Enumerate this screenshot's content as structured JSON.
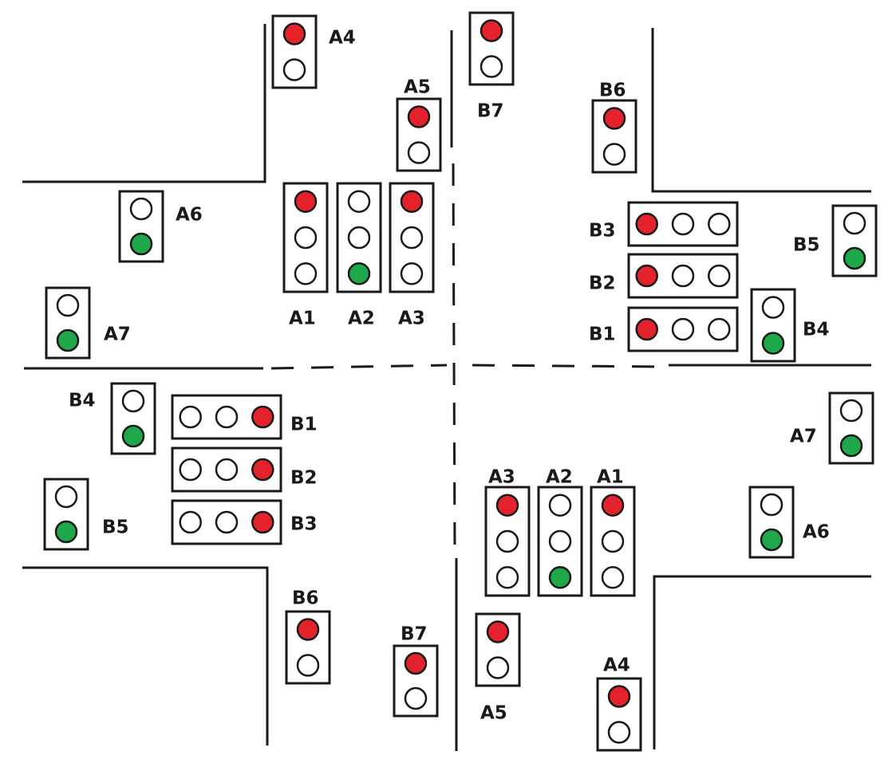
{
  "colors": {
    "red": "#e3222b",
    "green": "#1fa84a",
    "off": "#ffffff",
    "line": "#1a1a1a"
  },
  "signals": [
    {
      "id": "A4-top",
      "label": "A4",
      "lamps": [
        "red",
        "off"
      ]
    },
    {
      "id": "A5-top",
      "label": "A5",
      "lamps": [
        "red",
        "off"
      ]
    },
    {
      "id": "B7-top",
      "label": "B7",
      "lamps": [
        "red",
        "off"
      ]
    },
    {
      "id": "B6-top",
      "label": "B6",
      "lamps": [
        "red",
        "off"
      ]
    },
    {
      "id": "A6-left",
      "label": "A6",
      "lamps": [
        "off",
        "green"
      ]
    },
    {
      "id": "A7-left",
      "label": "A7",
      "lamps": [
        "off",
        "green"
      ]
    },
    {
      "id": "A1-top",
      "label": "A1",
      "lamps": [
        "red",
        "off",
        "off"
      ]
    },
    {
      "id": "A2-top",
      "label": "A2",
      "lamps": [
        "off",
        "off",
        "green"
      ]
    },
    {
      "id": "A3-top",
      "label": "A3",
      "lamps": [
        "red",
        "off",
        "off"
      ]
    },
    {
      "id": "B3-right",
      "label": "B3",
      "lamps": [
        "red",
        "off",
        "off"
      ]
    },
    {
      "id": "B2-right",
      "label": "B2",
      "lamps": [
        "red",
        "off",
        "off"
      ]
    },
    {
      "id": "B1-right",
      "label": "B1",
      "lamps": [
        "red",
        "off",
        "off"
      ]
    },
    {
      "id": "B5-right",
      "label": "B5",
      "lamps": [
        "off",
        "green"
      ]
    },
    {
      "id": "B4-right",
      "label": "B4",
      "lamps": [
        "off",
        "green"
      ]
    },
    {
      "id": "B4-left",
      "label": "B4",
      "lamps": [
        "off",
        "green"
      ]
    },
    {
      "id": "B5-left",
      "label": "B5",
      "lamps": [
        "off",
        "green"
      ]
    },
    {
      "id": "B1-left",
      "label": "B1",
      "lamps": [
        "off",
        "off",
        "red"
      ]
    },
    {
      "id": "B2-left",
      "label": "B2",
      "lamps": [
        "off",
        "off",
        "red"
      ]
    },
    {
      "id": "B3-left",
      "label": "B3",
      "lamps": [
        "off",
        "off",
        "red"
      ]
    },
    {
      "id": "A7-right",
      "label": "A7",
      "lamps": [
        "off",
        "green"
      ]
    },
    {
      "id": "A6-right",
      "label": "A6",
      "lamps": [
        "off",
        "green"
      ]
    },
    {
      "id": "A3-bottom",
      "label": "A3",
      "lamps": [
        "red",
        "off",
        "off"
      ]
    },
    {
      "id": "A2-bottom",
      "label": "A2",
      "lamps": [
        "off",
        "off",
        "green"
      ]
    },
    {
      "id": "A1-bottom",
      "label": "A1",
      "lamps": [
        "red",
        "off",
        "off"
      ]
    },
    {
      "id": "B6-bottom",
      "label": "B6",
      "lamps": [
        "red",
        "off"
      ]
    },
    {
      "id": "B7-bottom",
      "label": "B7",
      "lamps": [
        "red",
        "off"
      ]
    },
    {
      "id": "A5-bottom",
      "label": "A5",
      "lamps": [
        "red",
        "off"
      ]
    },
    {
      "id": "A4-bottom",
      "label": "A4",
      "lamps": [
        "red",
        "off"
      ]
    }
  ]
}
